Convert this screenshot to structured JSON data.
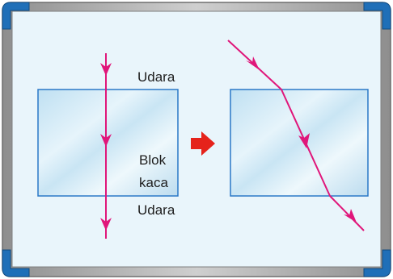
{
  "labels": {
    "medium_top": "Udara",
    "block_line1": "Blok",
    "block_line2": "kaca",
    "medium_bottom": "Udara"
  },
  "icons": {
    "transition": "right-arrow-icon"
  },
  "colors": {
    "board_background": "#e9f5fb",
    "frame": "#a9a9a9",
    "corner_caps": "#1f6fb8",
    "glass_block_outline": "#2a78c7",
    "glass_block_fill": "#c5e2f3",
    "light_ray": "#e0167a",
    "transition_arrow": "#e5231b"
  }
}
